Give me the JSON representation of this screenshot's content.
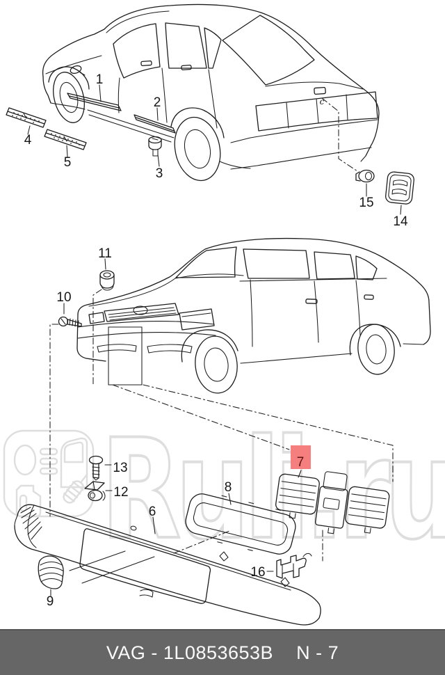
{
  "watermark": {
    "text": "Ruli.ru",
    "outline_color": "#dedede"
  },
  "footer": {
    "left": "VAG - 1L0853653B",
    "right": "N - 7",
    "bar_color": "#666666",
    "text_color": "#fafafa"
  },
  "highlight": {
    "color": "#f57f7f",
    "label_color": "#5f1414"
  },
  "callouts": {
    "c1": "1",
    "c2": "2",
    "c3": "3",
    "c4": "4",
    "c5": "5",
    "c6": "6",
    "c7": "7",
    "c8": "8",
    "c9": "9",
    "c10": "10",
    "c11": "11",
    "c12": "12",
    "c13": "13",
    "c14": "14",
    "c15": "15",
    "c16": "16",
    "trunk_letter": "c"
  }
}
